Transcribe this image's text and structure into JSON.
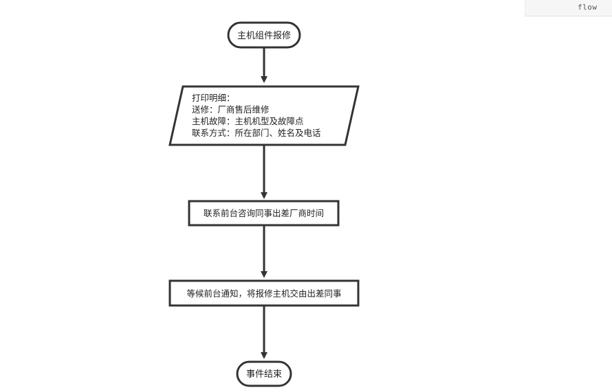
{
  "language_tag": "flow",
  "colors": {
    "stroke": "#333333",
    "fill": "#ffffff",
    "text": "#222222"
  },
  "nodes": {
    "start": {
      "shape": "terminator",
      "text": "主机组件报修"
    },
    "details": {
      "shape": "parallelogram",
      "lines": [
        "打印明细：",
        "送修：厂商售后维修",
        "主机故障：主机机型及故障点",
        "联系方式：所在部门、姓名及电话"
      ]
    },
    "consult": {
      "shape": "process",
      "text": "联系前台咨询同事出差厂商时间"
    },
    "wait": {
      "shape": "process",
      "text": "等候前台通知，将报修主机交由出差同事"
    },
    "end": {
      "shape": "terminator",
      "text": "事件结束"
    }
  }
}
